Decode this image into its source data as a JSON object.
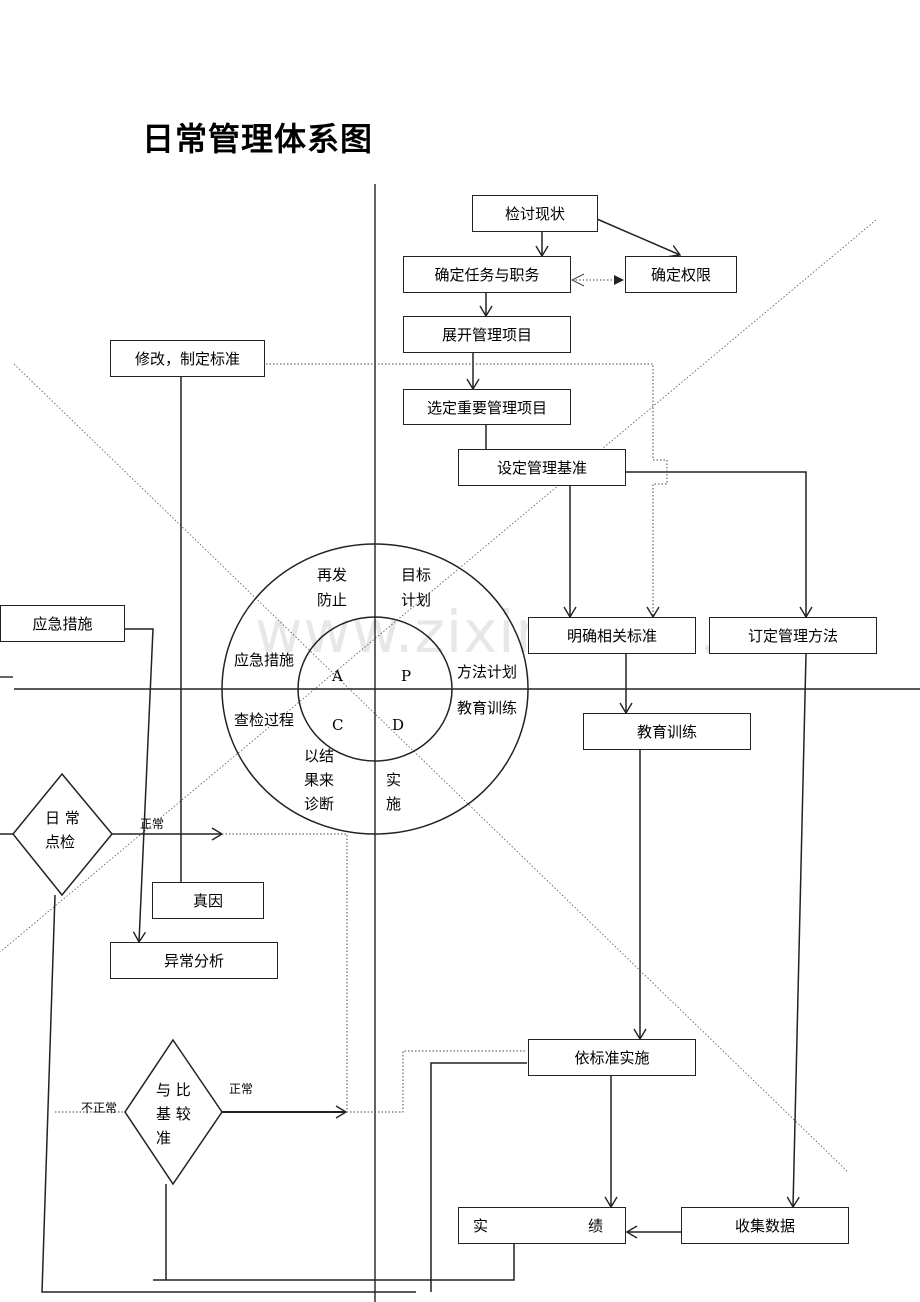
{
  "title": "日常管理体系图",
  "watermark": "www.zixin.com.cn",
  "plan_flow": {
    "review_status": "检讨现状",
    "define_tasks": "确定任务与职务",
    "define_authority": "确定权限",
    "expand_items": "展开管理项目",
    "select_key_items": "选定重要管理项目",
    "set_benchmarks": "设定管理基准",
    "clarify_standards": "明确相关标准",
    "define_methods": "订定管理方法",
    "training": "教育训练",
    "implement_by_standard": "依标准实施",
    "results_left": "实",
    "results_right": "绩",
    "collect_data": "收集数据"
  },
  "left_flow": {
    "revise_standards": "修改，制定标准",
    "emergency_measures": "应急措施",
    "daily_check": [
      "日 常",
      "点检"
    ],
    "normal_label_1": "正常",
    "root_cause": "真因",
    "anomaly_analysis": "异常分析",
    "compare_benchmark": [
      "与 比",
      "基 较",
      "准"
    ],
    "abnormal_label": "不正常",
    "normal_label_2": "正常"
  },
  "pdca": {
    "inner": {
      "A": "A",
      "P": "P",
      "C": "C",
      "D": "D"
    },
    "outer": {
      "prevent_recurrence": [
        "再发",
        "防止"
      ],
      "target_plan": [
        "目标",
        "计划"
      ],
      "emergency": "应急措施",
      "method_plan": "方法计划",
      "inspect_process": "查检过程",
      "education": "教育训练",
      "diagnose": [
        "以结",
        "果来",
        "诊断"
      ],
      "implement": [
        "实",
        "施"
      ]
    }
  }
}
